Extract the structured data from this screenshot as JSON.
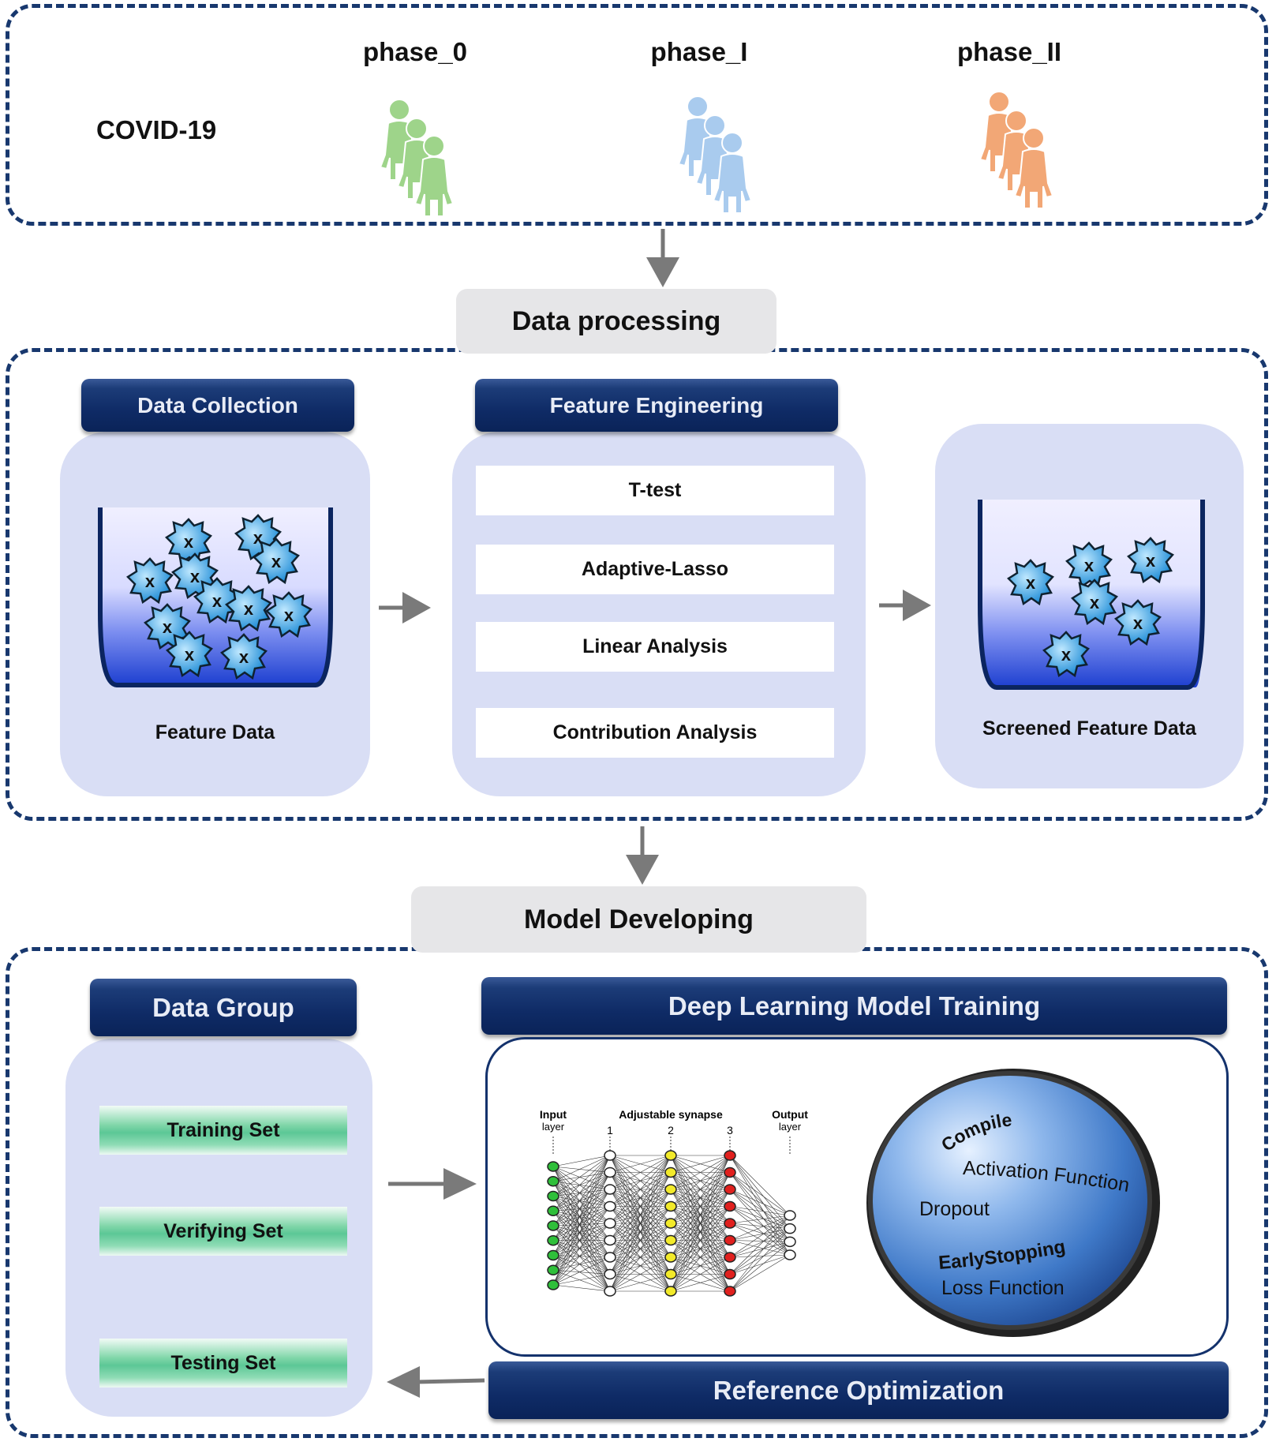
{
  "top": {
    "disease": "COVID-19",
    "phases": [
      {
        "label": "phase_0",
        "color": "#9ed48a"
      },
      {
        "label": "phase_I",
        "color": "#a9cbee"
      },
      {
        "label": "phase_II",
        "color": "#f2a776"
      }
    ]
  },
  "data_processing": {
    "title": "Data processing",
    "collection": {
      "header": "Data Collection",
      "caption": "Feature Data"
    },
    "engineering": {
      "header": "Feature Engineering",
      "steps": [
        "T-test",
        "Adaptive-Lasso",
        "Linear Analysis",
        "Contribution Analysis"
      ]
    },
    "screened": {
      "caption": "Screened Feature Data"
    },
    "feature_marker": "x"
  },
  "model_developing": {
    "title": "Model Developing",
    "data_group": {
      "header": "Data Group",
      "sets": [
        "Training Set",
        "Verifying Set",
        "Testing Set"
      ]
    },
    "training": {
      "header": "Deep Learning Model Training",
      "network": {
        "input_label": "Input",
        "input_sub": "layer",
        "synapse_label": "Adjustable synapse",
        "layer_numbers": [
          "1",
          "2",
          "3"
        ],
        "output_label": "Output",
        "output_sub": "layer"
      },
      "compile_sphere": {
        "compile": "Compile",
        "activation": "Activation Function",
        "dropout": "Dropout",
        "early_stopping": "EarlyStopping",
        "loss": "Loss Function"
      }
    },
    "optimization": "Reference Optimization"
  }
}
